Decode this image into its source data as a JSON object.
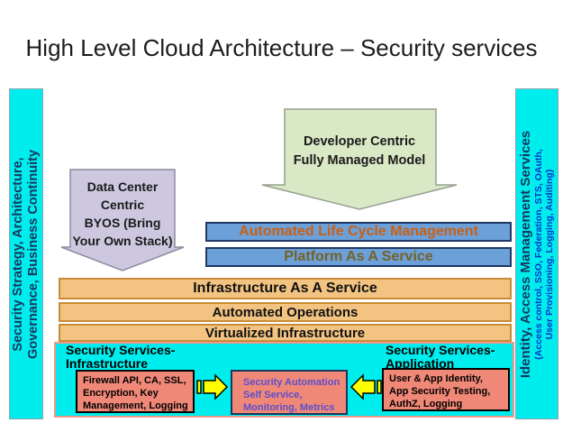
{
  "title": "High Level Cloud Architecture – Security services",
  "left_bar": {
    "lines": [
      "Security Strategy, Architecture,",
      "Governance, Business Continuity"
    ]
  },
  "right_bar": {
    "title": "Identity, Access Management Services",
    "subtitle_lines": [
      "(Access control, SSO, Federation, STS, OAuth,",
      "User Provisioning, Logging, Auditing)"
    ]
  },
  "developer_arrow": {
    "lines": [
      "Developer Centric",
      "Fully Managed Model"
    ]
  },
  "datacenter_arrow": {
    "lines": [
      "Data Center",
      "Centric",
      "BYOS (Bring",
      "Your Own Stack)"
    ]
  },
  "layers": {
    "automated_lifecycle": "Automated Life Cycle Management",
    "paas": "Platform As A Service",
    "iaas": "Infrastructure As A Service",
    "automated_operations": "Automated Operations",
    "virtualized_infrastructure": "Virtualized Infrastructure"
  },
  "security_services": {
    "infrastructure_label_lines": [
      "Security Services-",
      "Infrastructure"
    ],
    "application_label_lines": [
      "Security Services-",
      "Application"
    ],
    "infrastructure_box_lines": [
      "Firewall API, CA, SSL,",
      "Encryption, Key",
      "Management, Logging"
    ],
    "automation_box_lines": [
      "Security Automation",
      "Self Service,",
      "Monitoring, Metrics"
    ],
    "application_box_lines": [
      "User & App Identity,",
      "App Security Testing,",
      "AuthZ, Logging"
    ]
  },
  "colors": {
    "cyan": "#00EDED",
    "bar_blue": "#6CA0D8",
    "bar_blue_border": "#1F3864",
    "tan": "#F2C381",
    "tan_border": "#C98C36",
    "green_arrow": "#D9E8C5",
    "purple_arrow": "#CDC7E0",
    "salmon": "#F08878",
    "yellow": "#FFFF00",
    "alcm_text": "#C95F14",
    "paas_text": "#75622A",
    "automation_text": "#5A4FCB",
    "navy_text": "#17375E",
    "subtitle_blue": "#0033CC"
  }
}
